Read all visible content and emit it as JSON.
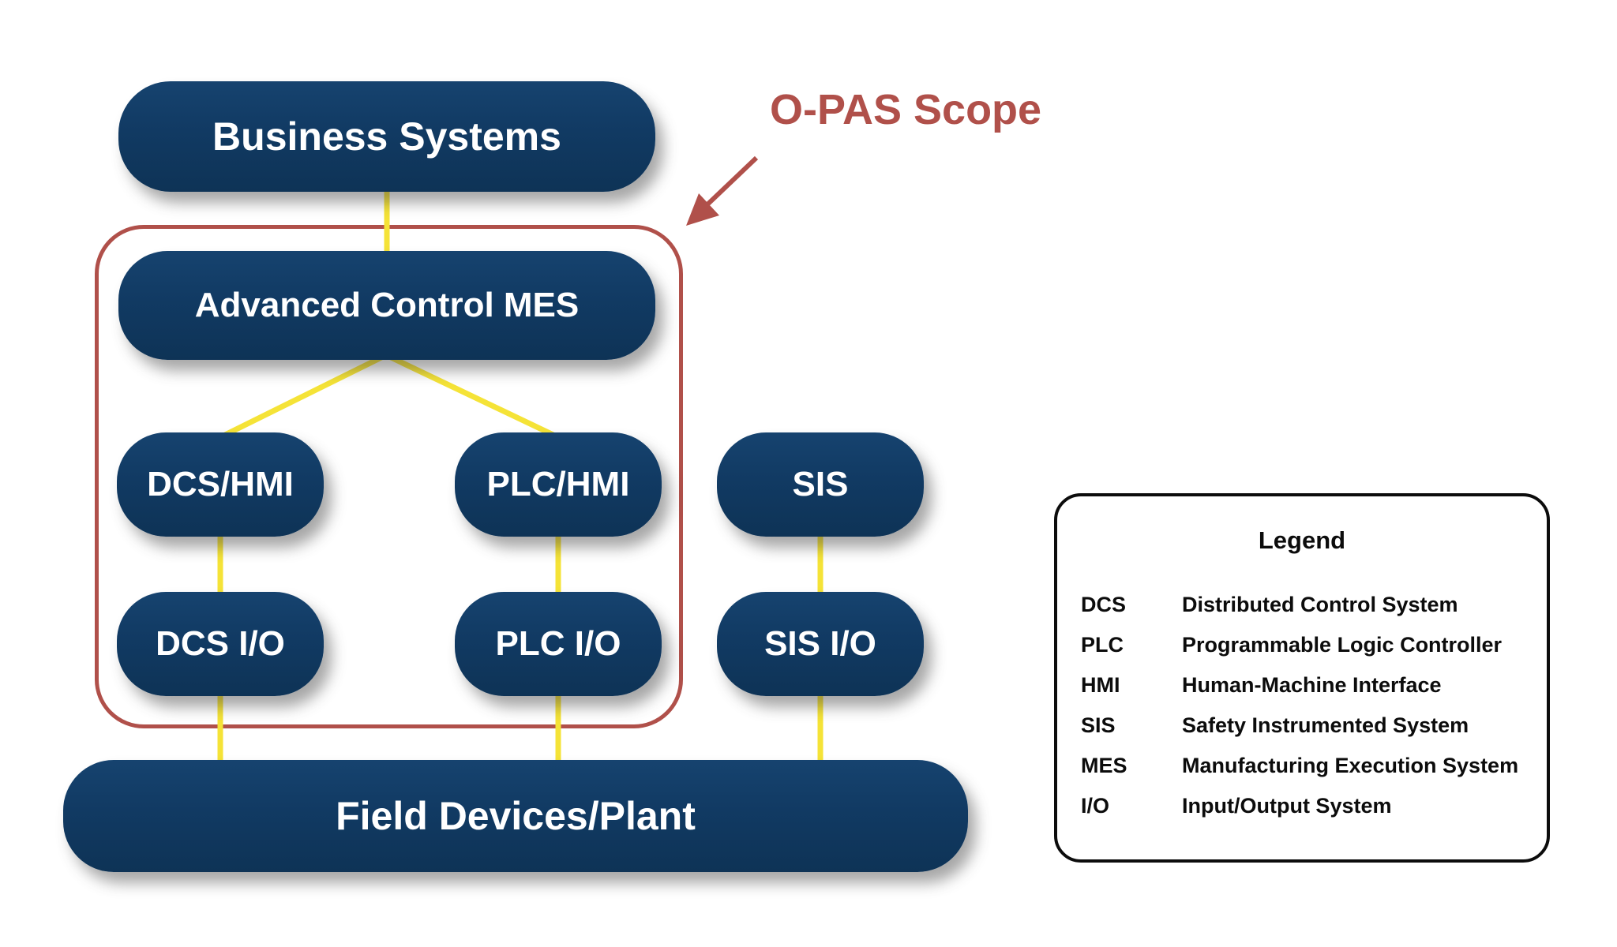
{
  "diagram": {
    "scope_label": "O-PAS Scope",
    "nodes": {
      "business": "Business Systems",
      "mes": "Advanced Control MES",
      "dcs_hmi": "DCS/HMI",
      "plc_hmi": "PLC/HMI",
      "sis": "SIS",
      "dcs_io": "DCS I/O",
      "plc_io": "PLC I/O",
      "sis_io": "SIS I/O",
      "field": "Field Devices/Plant"
    },
    "colors": {
      "node_fill": "#113a63",
      "node_text": "#ffffff",
      "connector_yellow": "#f5e337",
      "scope_red": "#b0504a",
      "legend_border": "#0c0c0c",
      "background": "#ffffff"
    }
  },
  "legend": {
    "title": "Legend",
    "items": [
      {
        "abbr": "DCS",
        "definition": "Distributed Control System"
      },
      {
        "abbr": "PLC",
        "definition": "Programmable Logic Controller"
      },
      {
        "abbr": "HMI",
        "definition": "Human-Machine Interface"
      },
      {
        "abbr": "SIS",
        "definition": "Safety Instrumented System"
      },
      {
        "abbr": "MES",
        "definition": "Manufacturing Execution System"
      },
      {
        "abbr": "I/O",
        "definition": "Input/Output System"
      }
    ]
  }
}
